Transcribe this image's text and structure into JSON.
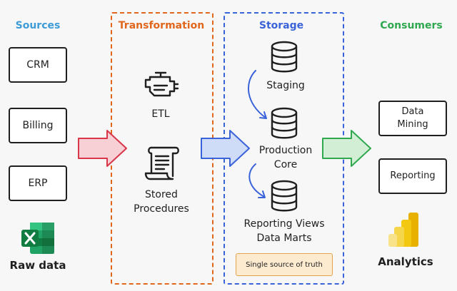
{
  "columns": {
    "sources": {
      "title": "Sources",
      "color": "#3d9bd6"
    },
    "transformation": {
      "title": "Transformation",
      "color": "#e0671c"
    },
    "storage": {
      "title": "Storage",
      "color": "#3b63d9"
    },
    "consumers": {
      "title": "Consumers",
      "color": "#2fa84f"
    }
  },
  "sources": {
    "items": [
      "CRM",
      "Billing",
      "ERP"
    ],
    "raw_label": "Raw data"
  },
  "transformation": {
    "etl_label": "ETL",
    "stored_line1": "Stored",
    "stored_line2": "Procedures"
  },
  "storage": {
    "staging": "Staging",
    "production_line1": "Production",
    "production_line2": "Core",
    "reporting_line1": "Reporting Views",
    "reporting_line2": "Data Marts",
    "truth_badge": "Single source of truth"
  },
  "consumers": {
    "data_mining_line1": "Data",
    "data_mining_line2": "Mining",
    "reporting": "Reporting",
    "analytics_label": "Analytics"
  },
  "icons": {
    "excel": "excel-icon",
    "engine": "engine-icon",
    "scroll": "scroll-icon",
    "database": "database-icon",
    "powerbi": "powerbi-icon"
  },
  "arrow_colors": {
    "red_fill": "#f6d0d4",
    "red_stroke": "#d9364a",
    "blue_fill": "#cfdcf7",
    "blue_stroke": "#3b63d9",
    "green_fill": "#d2efd6",
    "green_stroke": "#2fa84f"
  }
}
